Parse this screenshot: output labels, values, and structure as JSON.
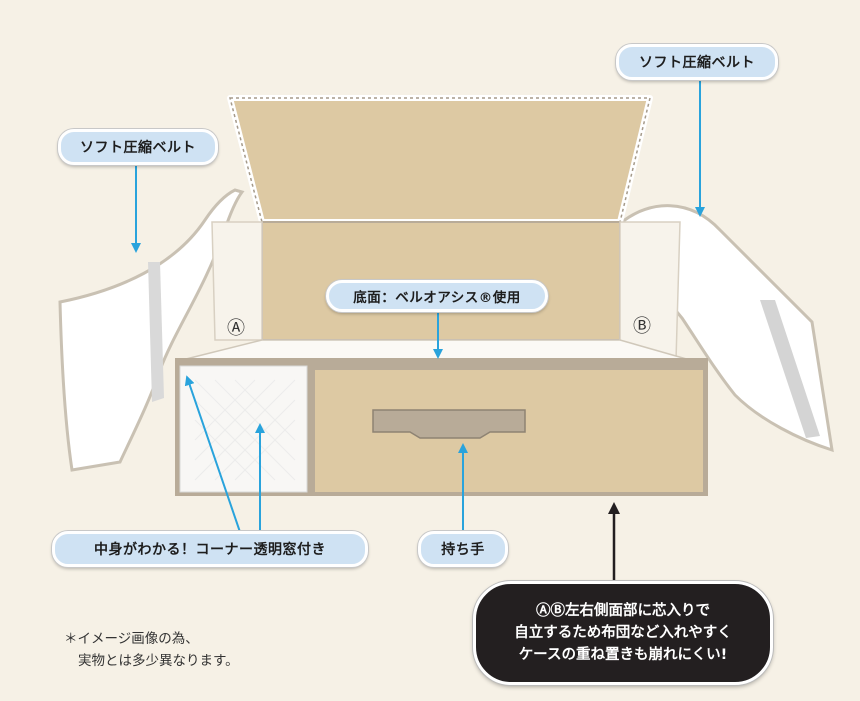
{
  "labels": {
    "belt_left": "ソフト圧縮ベルト",
    "belt_right": "ソフト圧縮ベルト",
    "bottom_material": "底面：ベルオアシス®使用",
    "window": "中身がわかる！コーナー透明窓付き",
    "handle": "持ち手"
  },
  "side_marks": {
    "a": "Ⓐ",
    "b": "Ⓑ"
  },
  "feature_box": {
    "line1": "ⒶⒷ左右側面部に芯入りで",
    "line2": "自立するため布団など入れやすく",
    "line3": "ケースの重ね置きも崩れにくい!"
  },
  "note": {
    "line1": "＊イメージ画像の為、",
    "line2": "実物とは多少異なります。"
  },
  "colors": {
    "background": "#f6f1e6",
    "fabric": "#ddc9a3",
    "trim": "#b8ab98",
    "label_fill": "#cfe2f3",
    "arrow": "#29a3dc",
    "dark_box": "#231f20"
  }
}
